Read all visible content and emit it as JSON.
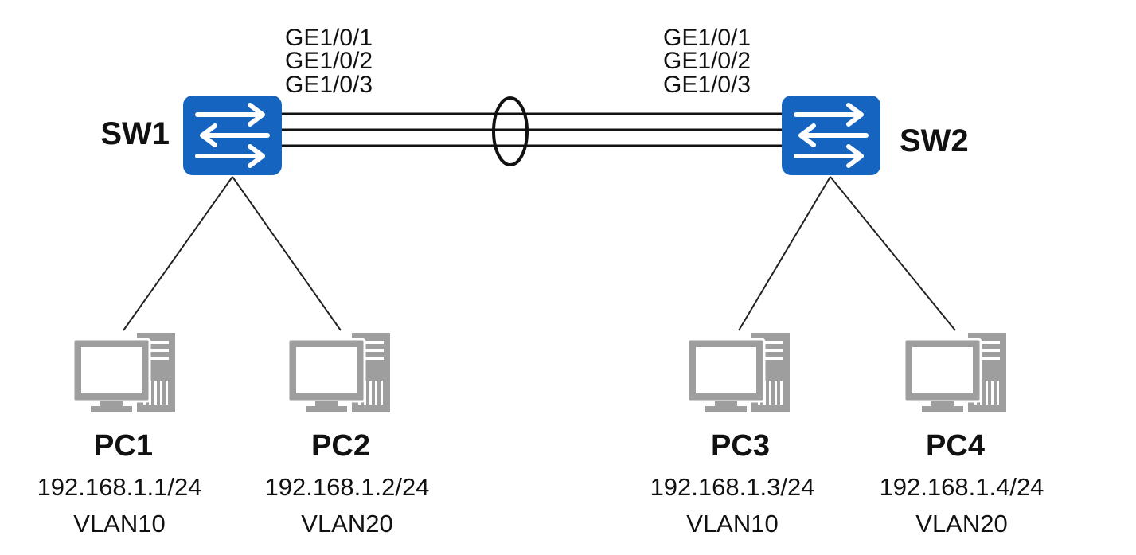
{
  "switches": {
    "sw1": {
      "name": "SW1",
      "ports": [
        "GE1/0/1",
        "GE1/0/2",
        "GE1/0/3"
      ]
    },
    "sw2": {
      "name": "SW2",
      "ports": [
        "GE1/0/1",
        "GE1/0/2",
        "GE1/0/3"
      ]
    }
  },
  "pcs": [
    {
      "name": "PC1",
      "ip": "192.168.1.1/24",
      "vlan": "VLAN10"
    },
    {
      "name": "PC2",
      "ip": "192.168.1.2/24",
      "vlan": "VLAN20"
    },
    {
      "name": "PC3",
      "ip": "192.168.1.3/24",
      "vlan": "VLAN10"
    },
    {
      "name": "PC4",
      "ip": "192.168.1.4/24",
      "vlan": "VLAN20"
    }
  ],
  "colors": {
    "switch_fill": "#1565c0",
    "switch_arrow": "#ffffff",
    "link": "#111111",
    "pc_fill": "#9e9e9e",
    "pc_screen": "#ffffff"
  },
  "icons": {
    "switch": "switch-icon",
    "pc": "pc-icon"
  }
}
